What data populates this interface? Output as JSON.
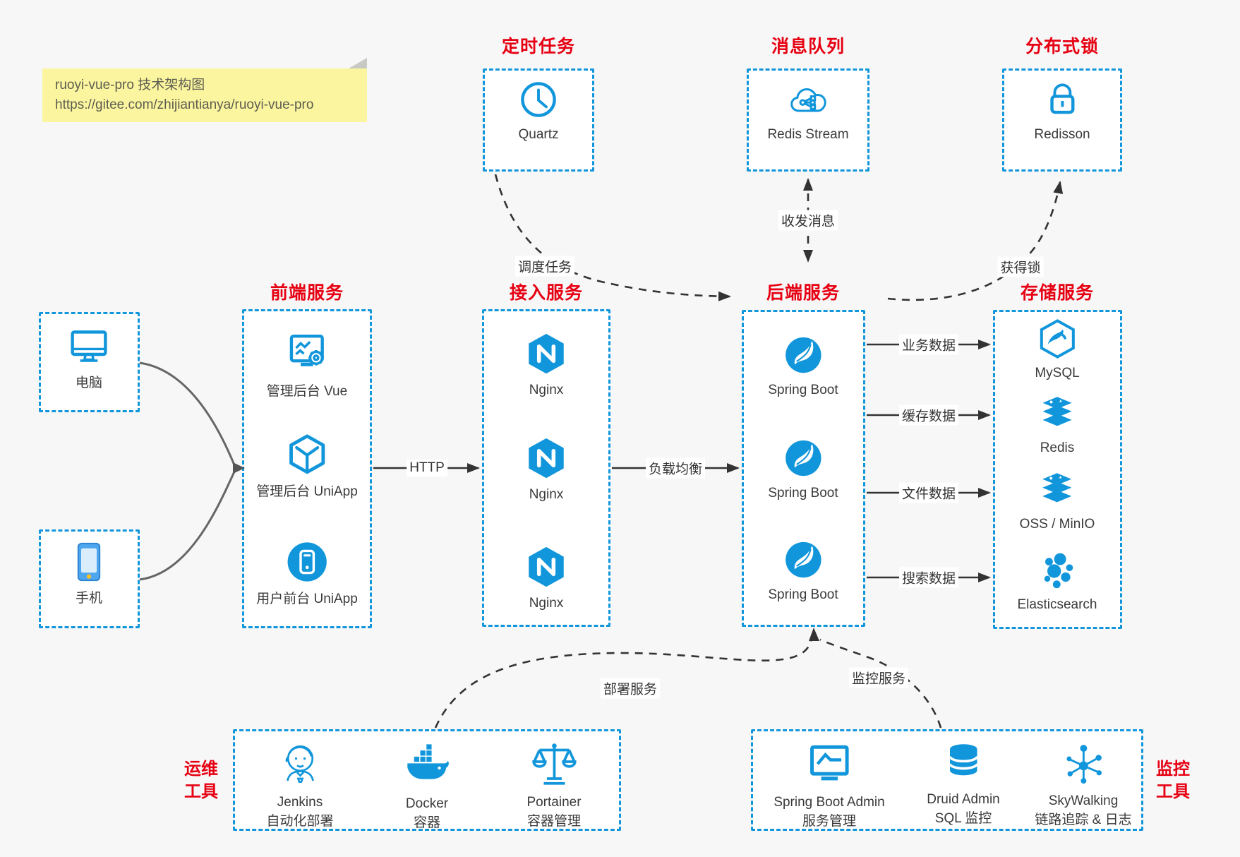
{
  "note": {
    "line1": "ruoyi-vue-pro 技术架构图",
    "line2": "https://gitee.com/zhijiantianya/ruoyi-vue-pro"
  },
  "colors": {
    "accent_blue": "#1296db",
    "title_red": "#e60012",
    "arrow_dark": "#333333",
    "device_arrow_gray": "#666666",
    "note_yellow": "#fbf59f",
    "background": "#f7f7f8",
    "box_fill": "#ffffff"
  },
  "groups": {
    "scheduled": {
      "title": "定时任务",
      "items": [
        {
          "icon": "clock-icon",
          "label": "Quartz"
        }
      ]
    },
    "mq": {
      "title": "消息队列",
      "items": [
        {
          "icon": "cloud-stream-icon",
          "label": "Redis Stream"
        }
      ]
    },
    "lock": {
      "title": "分布式锁",
      "items": [
        {
          "icon": "lock-icon",
          "label": "Redisson"
        }
      ]
    },
    "devices": {
      "items": [
        {
          "icon": "desktop-icon",
          "label": "电脑"
        },
        {
          "icon": "smartphone-icon",
          "label": "手机"
        }
      ]
    },
    "frontend": {
      "title": "前端服务",
      "items": [
        {
          "icon": "admin-vue-icon",
          "label": "管理后台 Vue"
        },
        {
          "icon": "cube-icon",
          "label": "管理后台 UniApp"
        },
        {
          "icon": "user-app-icon",
          "label": "用户前台 UniApp"
        }
      ]
    },
    "gateway": {
      "title": "接入服务",
      "items": [
        {
          "icon": "nginx-icon",
          "label": "Nginx"
        },
        {
          "icon": "nginx-icon",
          "label": "Nginx"
        },
        {
          "icon": "nginx-icon",
          "label": "Nginx"
        }
      ]
    },
    "backend": {
      "title": "后端服务",
      "items": [
        {
          "icon": "springboot-icon",
          "label": "Spring Boot"
        },
        {
          "icon": "springboot-icon",
          "label": "Spring Boot"
        },
        {
          "icon": "springboot-icon",
          "label": "Spring Boot"
        }
      ]
    },
    "storage": {
      "title": "存储服务",
      "items": [
        {
          "icon": "mysql-icon",
          "label": "MySQL"
        },
        {
          "icon": "redis-stack-icon",
          "label": "Redis"
        },
        {
          "icon": "storage-stack-icon",
          "label": "OSS / MinIO"
        },
        {
          "icon": "elasticsearch-icon",
          "label": "Elasticsearch"
        }
      ]
    },
    "ops": {
      "title_line1": "运维",
      "title_line2": "工具",
      "items": [
        {
          "icon": "jenkins-icon",
          "label": "Jenkins",
          "sublabel": "自动化部署"
        },
        {
          "icon": "docker-icon",
          "label": "Docker",
          "sublabel": "容器"
        },
        {
          "icon": "portainer-scales-icon",
          "label": "Portainer",
          "sublabel": "容器管理"
        }
      ]
    },
    "monitor": {
      "title_line1": "监控",
      "title_line2": "工具",
      "items": [
        {
          "icon": "monitor-chart-icon",
          "label": "Spring Boot Admin",
          "sublabel": "服务管理"
        },
        {
          "icon": "database-icon",
          "label": "Druid Admin",
          "sublabel": "SQL 监控"
        },
        {
          "icon": "topology-icon",
          "label": "SkyWalking",
          "sublabel": "链路追踪 & 日志"
        }
      ]
    }
  },
  "arrows": {
    "http": "HTTP",
    "load_balance": "负载均衡",
    "business_data": "业务数据",
    "cache_data": "缓存数据",
    "file_data": "文件数据",
    "search_data": "搜索数据",
    "schedule_task": "调度任务",
    "send_receive_message": "收发消息",
    "acquire_lock": "获得锁",
    "deploy_service": "部署服务",
    "monitor_service": "监控服务"
  }
}
